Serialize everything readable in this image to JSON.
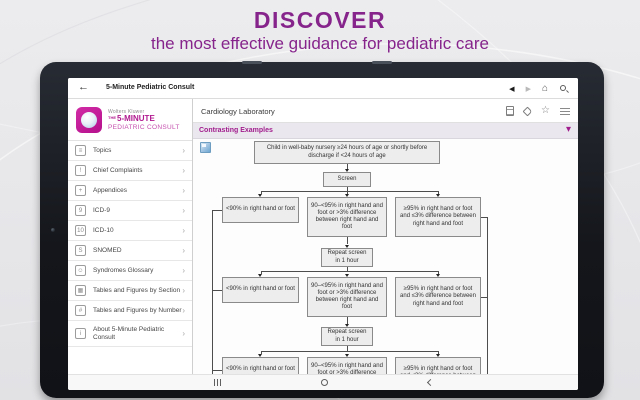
{
  "header": {
    "headline": "DISCOVER",
    "subheadline": "the most effective guidance for pediatric care"
  },
  "app_bar": {
    "back_icon": "←",
    "title": "5-Minute Pediatric Consult",
    "prev_icon": "◀",
    "next_icon": "▶",
    "home_icon": "⌂"
  },
  "sidebar": {
    "publisher": "Wolters Kluwer",
    "logo_the": "THE",
    "logo_title": "5-MINUTE",
    "logo_subtitle": "PEDIATRIC CONSULT",
    "chevron": "›",
    "items": [
      {
        "label": "Topics",
        "glyph": "≡"
      },
      {
        "label": "Chief Complaints",
        "glyph": "!"
      },
      {
        "label": "Appendices",
        "glyph": "+"
      },
      {
        "label": "ICD-9",
        "glyph": "9"
      },
      {
        "label": "ICD-10",
        "glyph": "10"
      },
      {
        "label": "SNOMED",
        "glyph": "S"
      },
      {
        "label": "Syndromes Glossary",
        "glyph": "☺"
      },
      {
        "label": "Tables and Figures by Section",
        "glyph": "▦"
      },
      {
        "label": "Tables and Figures by Number",
        "glyph": "#"
      },
      {
        "label": "About 5-Minute Pediatric Consult",
        "glyph": "i"
      }
    ]
  },
  "content": {
    "title": "Cardiology Laboratory",
    "star_icon": "☆",
    "section": "Contrasting Examples",
    "section_chevron": "▾"
  },
  "flowchart": {
    "entry": "Child in well-baby nursery ≥24 hours of age or shortly before discharge if <24 hours of age",
    "screen": "Screen",
    "repeat": "Repeat screen in 1 hour",
    "fail": "<90% in right hand or foot",
    "borderline": "90–<95% in right hand and foot or >3% difference between right hand and foot",
    "pass": "≥95% in right hand or foot and ≤3% difference between right hand and foot"
  },
  "colors": {
    "brand_magenta": "#b5108d",
    "headline_purple": "#86248c",
    "section_text": "#a11c8d",
    "tablet_frame": "#1a1d23",
    "flowchart_box_bg": "#ededed",
    "flowchart_box_border": "#8a8a8a"
  }
}
